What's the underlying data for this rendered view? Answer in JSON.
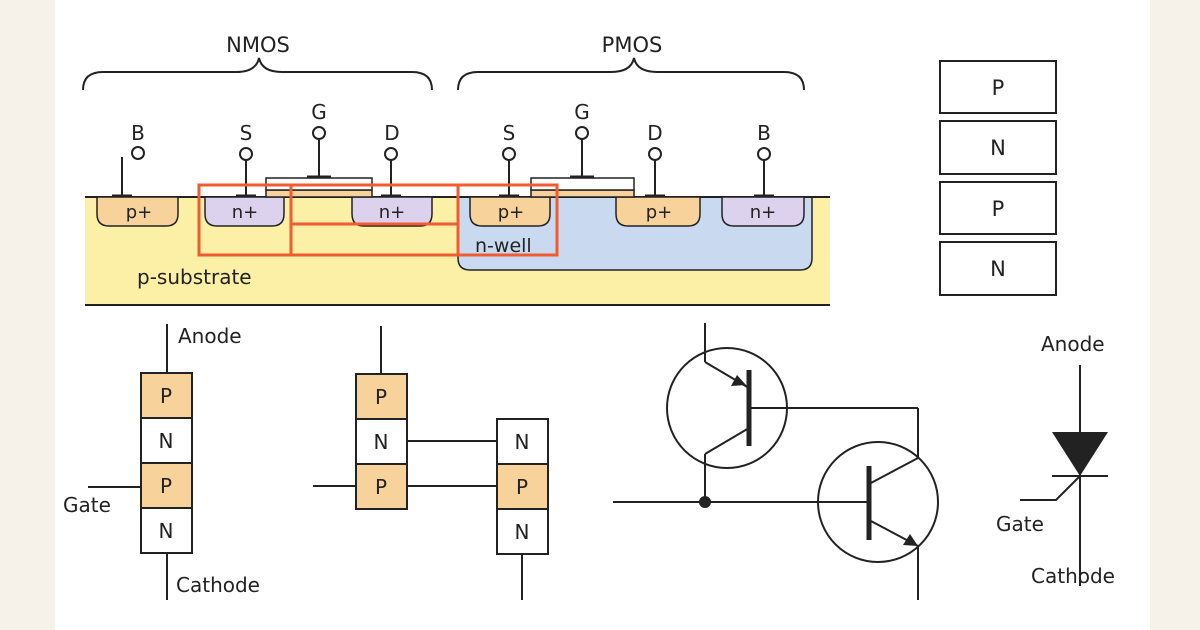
{
  "cmos": {
    "nmos_label": "NMOS",
    "pmos_label": "PMOS",
    "terminals": {
      "nmos_b": "B",
      "nmos_s": "S",
      "nmos_g": "G",
      "nmos_d": "D",
      "pmos_s": "S",
      "pmos_g": "G",
      "pmos_d": "D",
      "pmos_b": "B"
    },
    "regions": {
      "p1": "p+",
      "n1": "n+",
      "n2": "n+",
      "p2": "p+",
      "p3": "p+",
      "n3": "n+"
    },
    "nwell_label": "n-well",
    "substrate_label": "p-substrate"
  },
  "stack": [
    "P",
    "N",
    "P",
    "N"
  ],
  "thyristor_struct": {
    "layers": [
      "P",
      "N",
      "P",
      "N"
    ],
    "anode": "Anode",
    "gate": "Gate",
    "cathode": "Cathode"
  },
  "split": {
    "left": [
      "P",
      "N",
      "P"
    ],
    "right": [
      "N",
      "P",
      "N"
    ]
  },
  "scr_symbol": {
    "anode": "Anode",
    "gate": "Gate",
    "cathode": "Cathode"
  },
  "colors": {
    "p_fill": "#f7d29a",
    "n_fill": "#ffffff",
    "nplus_fill": "#ddd2ee",
    "substrate": "#fbf0a6",
    "nwell": "#c9daf0",
    "highlight": "#f25a30",
    "line": "#222222"
  }
}
